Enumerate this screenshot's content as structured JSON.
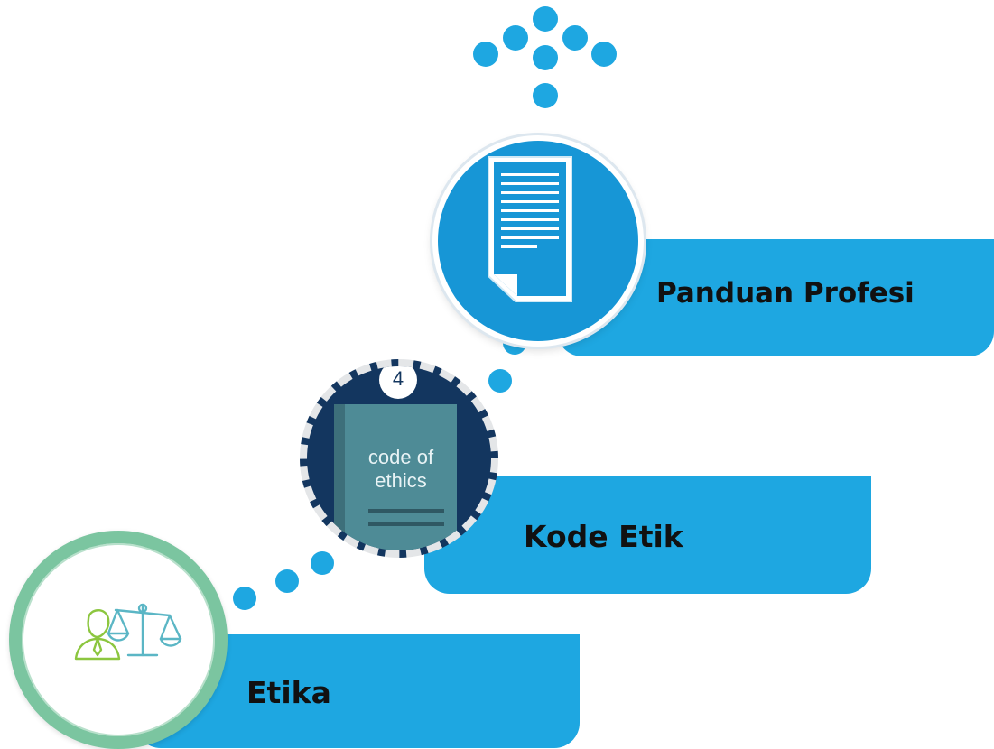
{
  "steps": [
    {
      "label": "Etika",
      "icon": "scales-justice-person-icon"
    },
    {
      "label": "Kode Etik",
      "icon": "code-of-ethics-book-icon"
    },
    {
      "label": "Panduan Profesi",
      "icon": "document-icon"
    }
  ],
  "book": {
    "number": "4",
    "title_line1": "code of",
    "title_line2": "ethics"
  },
  "colors": {
    "accent": "#1ea7e1",
    "circle_blue": "#1796d6",
    "navy": "#13365f",
    "green_ring": "#7bc5a0",
    "book_teal": "#4e8b96"
  }
}
